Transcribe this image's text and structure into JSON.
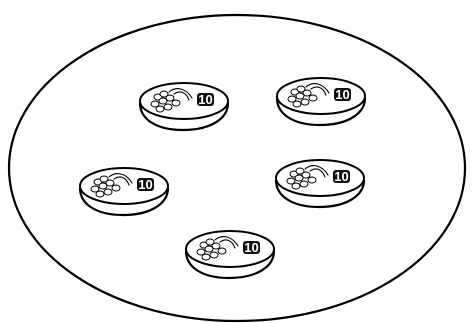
{
  "figure": {
    "container_shape": "ellipse",
    "background_color": "#ffffff",
    "stroke_color": "#000000",
    "dishes": [
      {
        "label": "10"
      },
      {
        "label": "10"
      },
      {
        "label": "10"
      },
      {
        "label": "10"
      },
      {
        "label": "10"
      }
    ]
  }
}
